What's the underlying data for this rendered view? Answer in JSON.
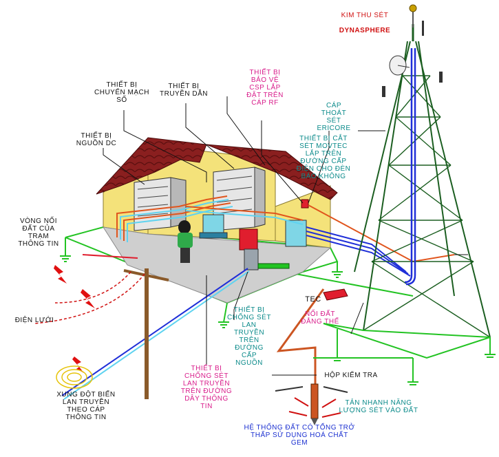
{
  "labels": {
    "lightning_rod": "KIM THU SÉT",
    "lightning_rod_brand": "DYNASPHERE",
    "switching_equipment": "THIẾT BỊ\nCHUYỂN MẠCH\nSỐ",
    "transmission_equipment": "THIẾT BỊ\nTRUYỀN DẪN",
    "rf_surge_protector": "THIẾT BỊ\nBẢO VỆ\nCSP LẮP\nĐẶT TRÊN\nCÁP RF",
    "down_conductor": "CÁP\nTHOÁT\nSÉT\nERICORE",
    "dc_power": "THIẾT BỊ\nNGUỒN DC",
    "aviation_light_protector": "THIẾT BỊ CẮT\nSÉT MOVTEC\nLẮP TRÊN\nĐƯỜNG CẤP\nĐIỆN CHO ĐÈN\nBÁO KHÔNG",
    "station_ground_ring": "VÒNG NỐI\nĐẤT CỦA\nTRẠM\nTHÔNG TIN",
    "tec": "TEC",
    "equipotential": "NỐI ĐẤT\nĐẲNG THẾ",
    "grid_power": "ĐIỆN LƯỚI",
    "power_line_arrester": "THIẾT BỊ\nCHỐNG SÉT\nLAN\nTRUYỀN\nTRÊN\nĐƯỜNG\nCẤP\nNGUỒN",
    "comm_line_arrester": "THIẾT BỊ\nCHỐNG SÉT\nLAN TRUYỀN\nTRÊN ĐƯỜNG\nDÂY THÔNG\nTIN",
    "comm_surge": "XUNG ĐỘT BIẾN\nLAN TRUYỀN\nTHEO CÁP\nTHÔNG TIN",
    "inspection_box": "HỘP KIỂM TRA",
    "lightning_dissipation": "TẢN NHANH NĂNG\nLƯỢNG SÉT VÀO ĐẤT",
    "ground_system": "HỆ THỐNG ĐẤT CÓ TỔNG TRỞ\nTHẤP SỬ DỤNG HOÁ CHẤT\nGEM"
  },
  "colors": {
    "tower": "#1b5e20",
    "tower_dark": "#0d3b12",
    "ground_wire": "#22c322",
    "signal_cable": "#1f2fd8",
    "power_cable": "#e0541c",
    "data_cable": "#5fd3f0",
    "roof": "#8a1f1f",
    "wall": "#f4e27a",
    "floor": "#cfcfcf",
    "lightning": "#e01010"
  }
}
